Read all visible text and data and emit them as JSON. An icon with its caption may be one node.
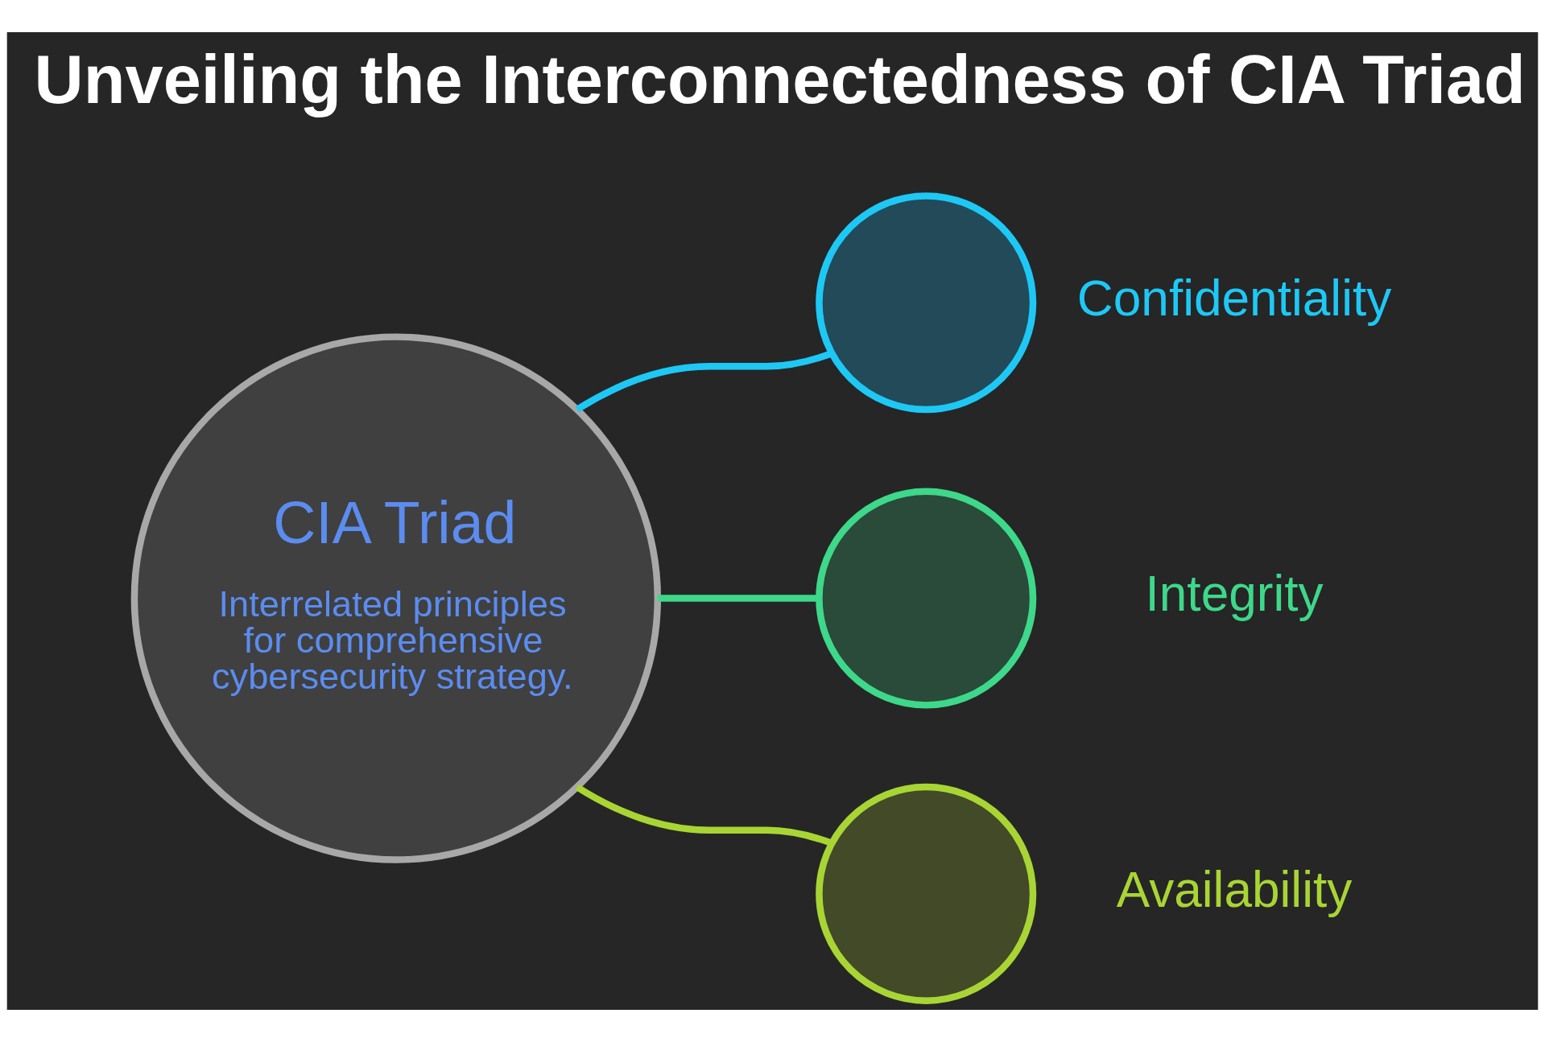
{
  "diagram": {
    "title": "Unveiling the Interconnectedness of CIA Triad",
    "nodes": [
      {
        "text": [
          "CIA Triad",
          "Interrelated principles for comprehensive cybersecurity strategy."
        ]
      },
      {
        "text": [],
        "shape": "circle",
        "beside": [
          "Confidentiality"
        ]
      },
      {
        "text": [],
        "shape": "circle",
        "beside": [
          "Integrity"
        ]
      },
      {
        "text": [],
        "shape": "circle",
        "beside": [
          "Availability"
        ]
      }
    ],
    "edges": [
      {
        "from": 0,
        "to": 1,
        "arrow": "none",
        "color": "#1ec8f5"
      },
      {
        "from": 0,
        "to": 2,
        "arrow": "none",
        "color": "#3ed88a"
      },
      {
        "from": 0,
        "to": 3,
        "arrow": "none",
        "color": "#a9d534"
      }
    ]
  }
}
